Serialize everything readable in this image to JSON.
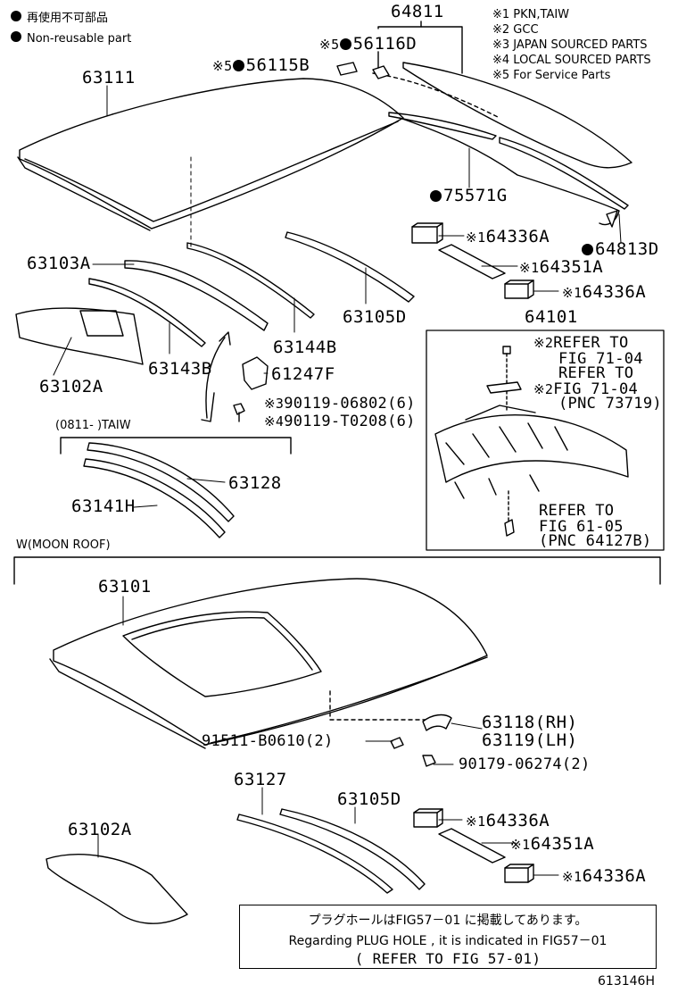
{
  "legend": {
    "jp": "再使用不可部品",
    "en": "Non-reusable part"
  },
  "notes": [
    "※1 PKN,TAIW",
    "※2 GCC",
    "※3 JAPAN SOURCED PARTS",
    "※4 LOCAL SOURCED PARTS",
    "※5 For Service Parts"
  ],
  "parts": {
    "p64811": "64811",
    "p56116D_prefix": "※5",
    "p56116D": "56116D",
    "p56115B_prefix": "※5",
    "p56115B": "56115B",
    "p63111": "63111",
    "p75571G": "75571G",
    "p64336A_a_prefix": "※1",
    "p64336A_a": "64336A",
    "p64813D": "64813D",
    "p64351A_a_prefix": "※1",
    "p64351A_a": "64351A",
    "p64336A_b_prefix": "※1",
    "p64336A_b": "64336A",
    "p63103A": "63103A",
    "p63105D_a": "63105D",
    "p63144B": "63144B",
    "p64101": "64101",
    "p63102A_a": "63102A",
    "p63143B": "63143B",
    "p61247F": "61247F",
    "p90119_06802_prefix": "※3",
    "p90119_06802": "90119-06802(6)",
    "p90119_T0208_prefix": "※4",
    "p90119_T0208": "90119-T0208(6)",
    "p63128": "63128",
    "p63141H": "63141H",
    "p63101": "63101",
    "p63118": "63118(RH)",
    "p63119": "63119(LH)",
    "p91511": "91511-B0610(2)",
    "p90179": "90179-06274(2)",
    "p63127": "63127",
    "p63105D_b": "63105D",
    "p63102A_b": "63102A",
    "p64336A_c_prefix": "※1",
    "p64336A_c": "64336A",
    "p64351A_b_prefix": "※1",
    "p64351A_b": "64351A",
    "p64336A_d_prefix": "※1",
    "p64336A_d": "64336A"
  },
  "refs": {
    "r1_prefix": "※2",
    "r1_line1": "REFER TO",
    "r1_line2": "FIG 71-04",
    "r2_prefix": "※2",
    "r2_line1": "REFER TO",
    "r2_line2": "FIG 71-04",
    "r2_line3": "(PNC 73719)",
    "r3_line1": "REFER TO",
    "r3_line2": "FIG 61-05",
    "r3_line3": "(PNC 64127B)"
  },
  "taiw_label": "(0811-     )TAIW",
  "moonroof_label": "W(MOON ROOF)",
  "plug_note": {
    "jp": "プラグホールはFIG57－01 に掲載してあります。",
    "en": "Regarding  PLUG  HOLE ,  it  is  indicated  in  FIG57－01",
    "ref": "(   REFER  TO  FIG  57-01)"
  },
  "figure_id": "613146H"
}
